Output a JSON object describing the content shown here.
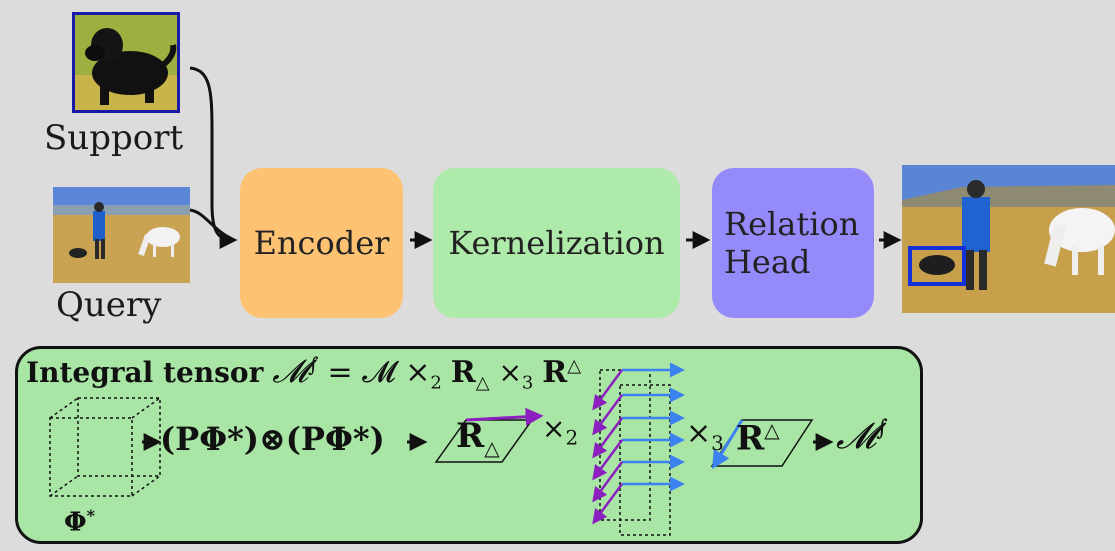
{
  "inputs": {
    "support_label": "Support",
    "query_label": "Query"
  },
  "pipeline": {
    "encoder": "Encoder",
    "kernelization": "Kernelization",
    "relation_head_line1": "Relation",
    "relation_head_line2": "Head"
  },
  "integral": {
    "title_text": "Integral tensor",
    "formula_lhs": "𝓜",
    "formula_lhs_sup": "∫",
    "formula_rhs_a": " = 𝓜 ×",
    "sub2": "2",
    "R_lower": "R",
    "triangle": "△",
    "times3": "×",
    "sub3": "3",
    "R_upper": "R",
    "phi_star": "Φ",
    "star": "*",
    "outer_product": "(PΦ*)⊗(PΦ*)",
    "R_delta_box": "R",
    "times_2_label": "×",
    "times_2_sub": "2",
    "times_3_label": "×",
    "times_3_sub": "3",
    "R_delta_up_box": "R",
    "output_M": "𝓜",
    "output_sup": "∫"
  },
  "colors": {
    "encoder": "#fdc373",
    "kernelization": "#aeeaaa",
    "relation_head": "#958afa",
    "panel": "#a9e6a6",
    "support_border": "#1a1aa8",
    "detection_box": "#1430d8",
    "arrow_blue": "#3c82f0",
    "arrow_purple": "#8c1fc0"
  }
}
